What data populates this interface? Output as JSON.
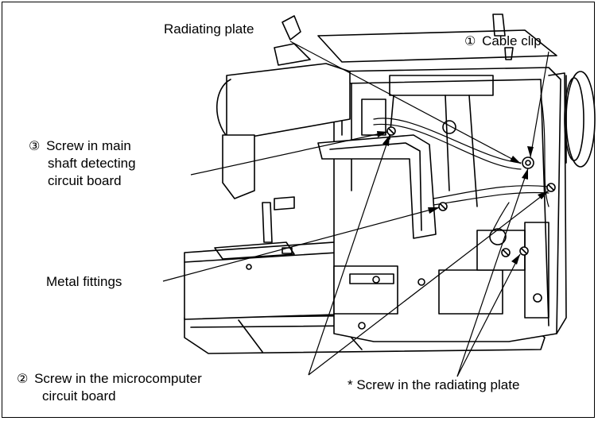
{
  "labels": {
    "radiating_plate": "Radiating plate",
    "cable_clip": {
      "marker": "①",
      "text": "Cable clip"
    },
    "main_shaft_screw": {
      "marker": "③",
      "lines": [
        "Screw in main",
        "shaft detecting",
        "circuit board"
      ]
    },
    "metal_fittings": "Metal fittings",
    "microcomputer_screw": {
      "marker": "②",
      "lines": [
        "Screw in the microcomputer",
        "circuit board"
      ]
    },
    "radiating_plate_screw": "* Screw in the radiating plate"
  },
  "colors": {
    "line": "#000000",
    "background": "#ffffff"
  }
}
